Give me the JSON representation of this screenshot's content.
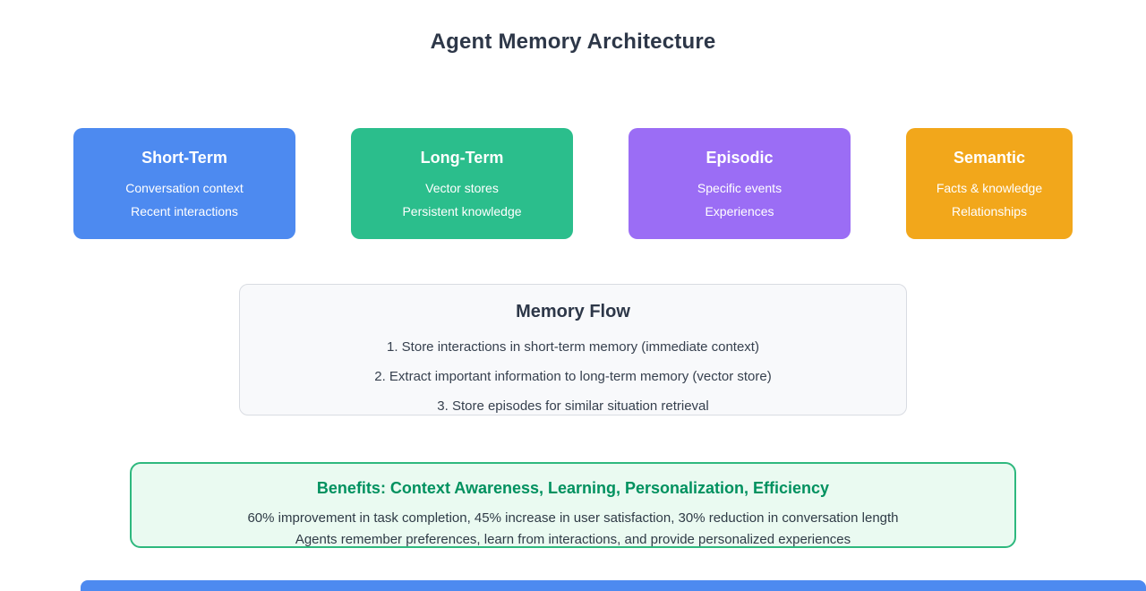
{
  "title": "Agent Memory Architecture",
  "memory_types": [
    {
      "title": "Short-Term",
      "line1": "Conversation context",
      "line2": "Recent interactions",
      "color": "#4d8af0"
    },
    {
      "title": "Long-Term",
      "line1": "Vector stores",
      "line2": "Persistent knowledge",
      "color": "#2bbe8c"
    },
    {
      "title": "Episodic",
      "line1": "Specific events",
      "line2": "Experiences",
      "color": "#9b6df5"
    },
    {
      "title": "Semantic",
      "line1": "Facts & knowledge",
      "line2": "Relationships",
      "color": "#f2a71b"
    }
  ],
  "memory_flow": {
    "title": "Memory Flow",
    "steps": [
      "1. Store interactions in short-term memory (immediate context)",
      "2. Extract important information to long-term memory (vector store)",
      "3. Store episodes for similar situation retrieval"
    ]
  },
  "benefits": {
    "title": "Benefits: Context Awareness, Learning, Personalization, Efficiency",
    "stats_line": "60% improvement in task completion, 45% increase in user satisfaction, 30% reduction in conversation length",
    "summary_line": "Agents remember preferences, learn from interactions, and provide personalized experiences",
    "accent_color": "#00915f",
    "border_color": "#2eb87e",
    "background_color": "#eafaf1"
  },
  "bottom_bar": {
    "color": "#4d8af0"
  }
}
